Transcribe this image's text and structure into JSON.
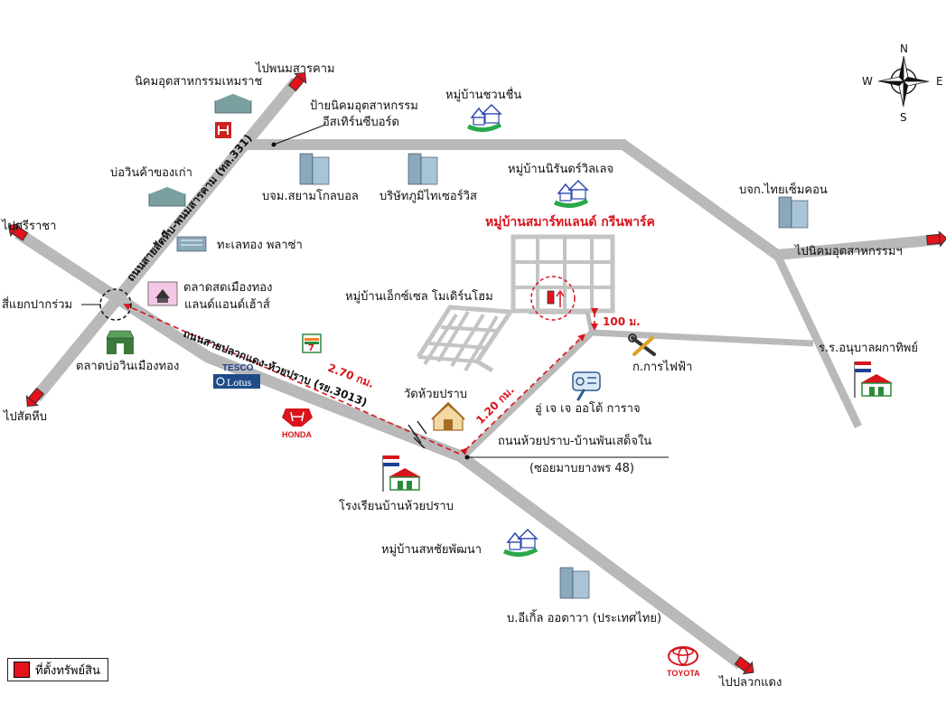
{
  "labels": {
    "to_phanom": "ไปพนมสารคาม",
    "hemaraj": "นิคมอุตสาหกรรมเหมราช",
    "sign_eastern_1": "ป้ายนิคมอุตสาหกรรม",
    "sign_eastern_2": "อีสเทิร์นซีบอร์ด",
    "chuan_chuen": "หมู่บ้านชวนชื่น",
    "bo_win_warehouse": "บ่อวินค้าของเก่า",
    "siam_global": "บจม.สยามโกลบอล",
    "phumi_thai": "บริษัทภูมิไทเซอร์วิส",
    "nirun_ville": "หมู่บ้านนิรันดร์วิลเลจ",
    "thai_cement": "บจก.ไทยเซ็มคอน",
    "to_sriracha": "ไปศรีราชา",
    "smart_land": "หมู่บ้านสมาร์ทแลนด์ กรีนพาร์ค",
    "to_industrial": "ไปนิคมอุตสาหกรรมฯ",
    "thale_thong": "ทะเลทอง พลาซ่า",
    "market_muang_thong_1": "ตลาดสดเมืองทอง",
    "market_muang_thong_2": "แลนด์แอนด์เฮ้าส์",
    "excel_modern": "หมู่บ้านเอ็กซ์เซล โมเดิร์นโฮม",
    "pakruam": "สี่แยกปากร่วม",
    "dist_100": "100 ม.",
    "anuban": "ร.ร.อนุบาลผกาทิพย์",
    "bo_win_market": "ตลาดบ่อวินเมืองทอง",
    "dist_270": "2.70 กม.",
    "pea": "ก.การไฟฟ้า",
    "to_sattahip": "ไปสัตหีบ",
    "wat_huay_prab": "วัดห้วยปราบ",
    "dist_120": "1.20 กม.",
    "jj_garage": "อู่ เจ เจ ออโต้ การาจ",
    "road_huay_prab": "ถนนห้วยปราบ-บ้านพันเสด็จใน",
    "soi": "(ซอยมาบยางพร 48)",
    "school_huay_prab": "โรงเรียนบ้านห้วยปราบ",
    "sahachai": "หมู่บ้านสหชัยพัฒนา",
    "eagle": "บ.อีเกิ้ล ออตาวา (ประเทศไทย)",
    "to_pluak_daeng": "ไปปลวกแดง",
    "road_sattahip": "ถนนสายสัตหีบ-พนมสารคาม (ทล.331)",
    "road_pluak_daeng": "ถนนสายปลวกแดง-ห้วยปราบ (รย.3013)",
    "tesco": "TESCO",
    "lotus": "Lotus",
    "honda": "HONDA",
    "toyota": "TOYOTA",
    "seven": "7"
  },
  "compass": {
    "n": "N",
    "s": "S",
    "e": "E",
    "w": "W"
  },
  "legend": {
    "label": "ที่ตั้งทรัพย์สิน",
    "swatch_color": "#e4121b"
  },
  "colors": {
    "road": "#b9b9b9",
    "route": "#d8141c",
    "property": "#e4121b"
  }
}
